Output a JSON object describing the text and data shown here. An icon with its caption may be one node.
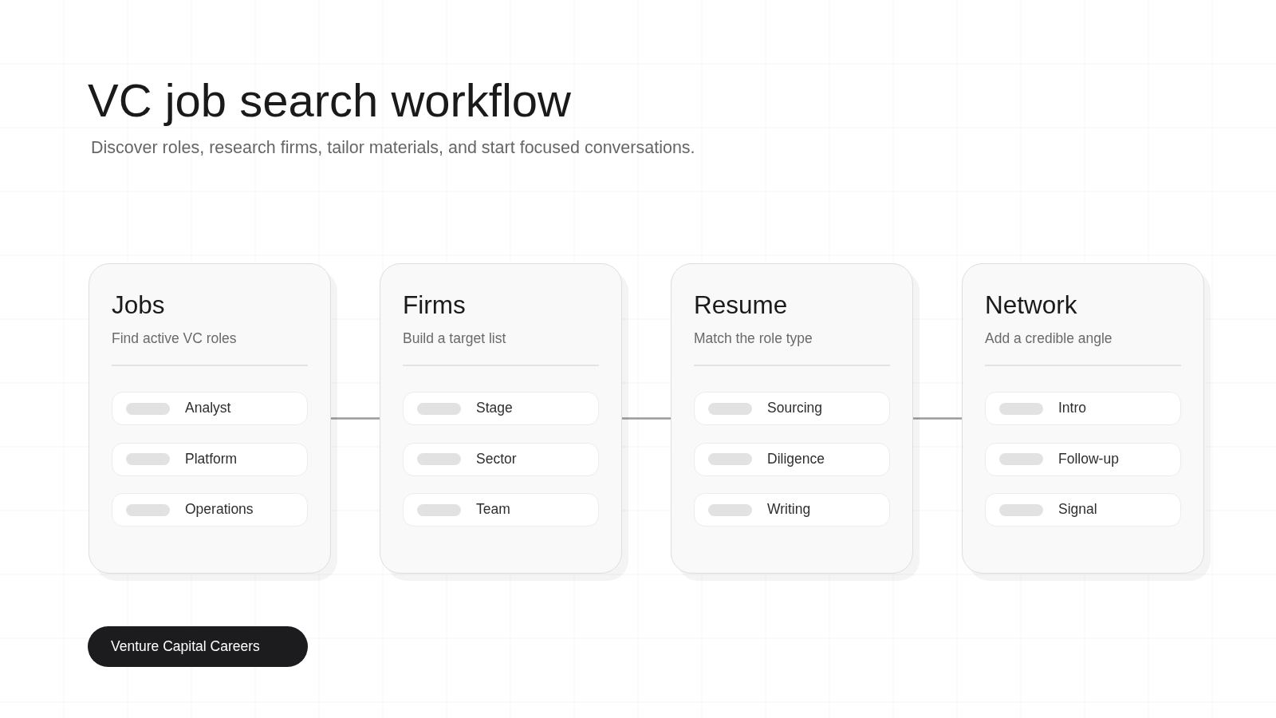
{
  "diagram": {
    "title": "VC job search workflow",
    "caption": "Discover roles, research firms, tailor materials, and start focused conversations.",
    "nodes": [
      {
        "text": [
          "Jobs",
          "Find active VC roles"
        ]
      },
      {
        "text": [
          "Analyst"
        ],
        "in": 0
      },
      {
        "text": [
          "Platform"
        ],
        "in": 0
      },
      {
        "text": [
          "Operations"
        ],
        "in": 0
      },
      {
        "text": [
          "Firms",
          "Build a target list"
        ]
      },
      {
        "text": [
          "Stage"
        ],
        "in": 4
      },
      {
        "text": [
          "Sector"
        ],
        "in": 4
      },
      {
        "text": [
          "Team"
        ],
        "in": 4
      },
      {
        "text": [
          "Resume",
          "Match the role type"
        ]
      },
      {
        "text": [
          "Sourcing"
        ],
        "in": 8
      },
      {
        "text": [
          "Diligence"
        ],
        "in": 8
      },
      {
        "text": [
          "Writing"
        ],
        "in": 8
      },
      {
        "text": [
          "Network",
          "Add a credible angle"
        ]
      },
      {
        "text": [
          "Intro"
        ],
        "in": 12
      },
      {
        "text": [
          "Follow-up"
        ],
        "in": 12
      },
      {
        "text": [
          "Signal"
        ],
        "in": 12
      },
      {
        "text": [
          "Venture Capital Careers"
        ]
      }
    ],
    "edges": [
      {
        "from": 0,
        "to": 4,
        "arrow": "none"
      },
      {
        "from": 4,
        "to": 8,
        "arrow": "none"
      },
      {
        "from": 8,
        "to": 12,
        "arrow": "none"
      }
    ]
  }
}
